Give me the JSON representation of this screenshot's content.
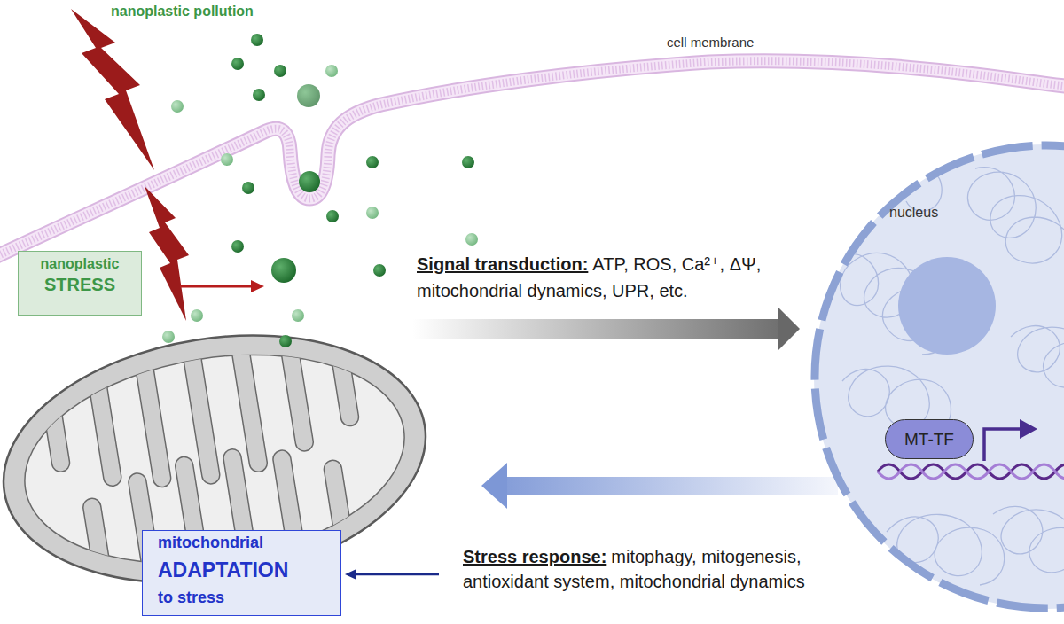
{
  "diagram": {
    "nodes": [
      {
        "text": [
          "nanoplastic",
          "STRESS"
        ]
      },
      {
        "text": [
          "nucleus"
        ]
      },
      {
        "text": [
          "MT-TF"
        ],
        "in": 1
      },
      {
        "text": [
          "mitochondrial",
          "ADAPTATION",
          "to stress"
        ]
      }
    ],
    "labels": [
      "nanoplastic pollution",
      "cell membrane",
      "Signal transduction:",
      "ATP, ROS, Ca²⁺, ΔΨ, mitochondrial dynamics, UPR, etc.",
      "Stress response:",
      "mitophagy, mitogenesis, antioxidant system, mitochondrial dynamics"
    ]
  }
}
